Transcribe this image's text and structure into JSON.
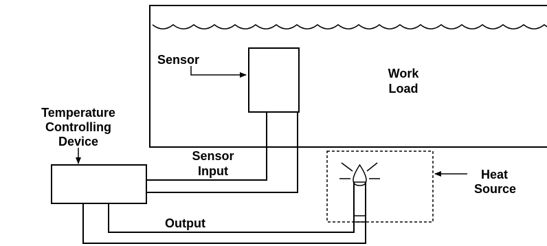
{
  "labels": {
    "sensor": "Sensor",
    "work_load_line1": "Work",
    "work_load_line2": "Load",
    "temp_device_line1": "Temperature",
    "temp_device_line2": "Controlling",
    "temp_device_line3": "Device",
    "sensor_input_line1": "Sensor",
    "sensor_input_line2": "Input",
    "output": "Output",
    "heat_source_line1": "Heat",
    "heat_source_line2": "Source"
  }
}
